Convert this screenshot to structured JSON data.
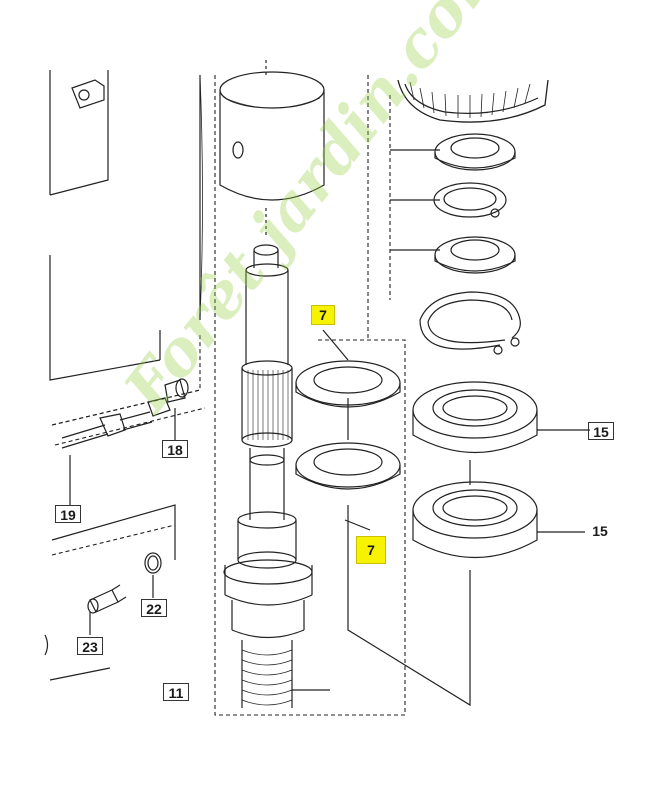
{
  "callouts": {
    "p7_top": "7",
    "p7_bottom": "7",
    "p15_top": "15",
    "p15_bottom": "15",
    "p18": "18",
    "p19": "19",
    "p22": "22",
    "p23": "23",
    "p11": "11"
  },
  "watermark": "Forêt jardin.com",
  "colors": {
    "highlight": "#f7f200",
    "line": "#222222",
    "watermark": "#96cd46"
  }
}
